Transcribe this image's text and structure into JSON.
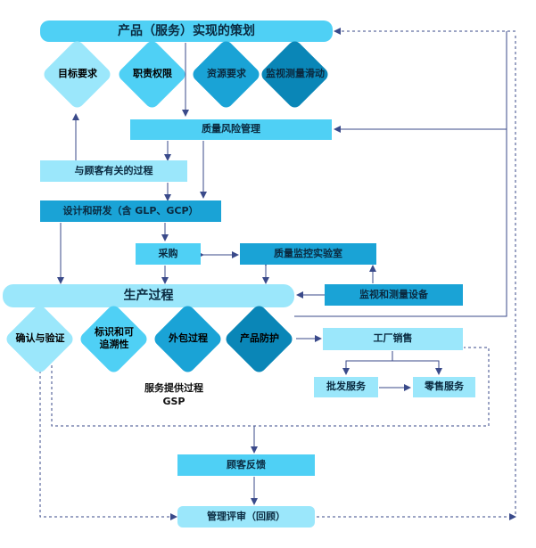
{
  "title": "产品（服务）实现的策划",
  "planning_items": [
    "目标要求",
    "职责权限",
    "资源要求",
    "监视测量滑动"
  ],
  "risk_management": "质量风险管理",
  "customer_process": "与顾客有关的过程",
  "design_rd": "设计和研发（含 GLP、GCP）",
  "purchasing": "采购",
  "qc_lab": "质量监控实验室",
  "monitoring_equipment": "监视和测量设备",
  "production": "生产过程",
  "production_items": [
    "确认与验证",
    "标识和可\n追溯性",
    "外包过程",
    "产品防护"
  ],
  "factory_sales": "工厂销售",
  "wholesale": "批发服务",
  "retail": "零售服务",
  "service_process": "服务提供过程",
  "gsp": "GSP",
  "customer_feedback": "顾客反馈",
  "management_review": "管理评审（回顾）",
  "colors": {
    "light": "#9be7fb",
    "mid": "#4fd0f5",
    "deep": "#1aa3d6",
    "dark": "#0a86b7",
    "arrow": "#3a4a8a"
  }
}
